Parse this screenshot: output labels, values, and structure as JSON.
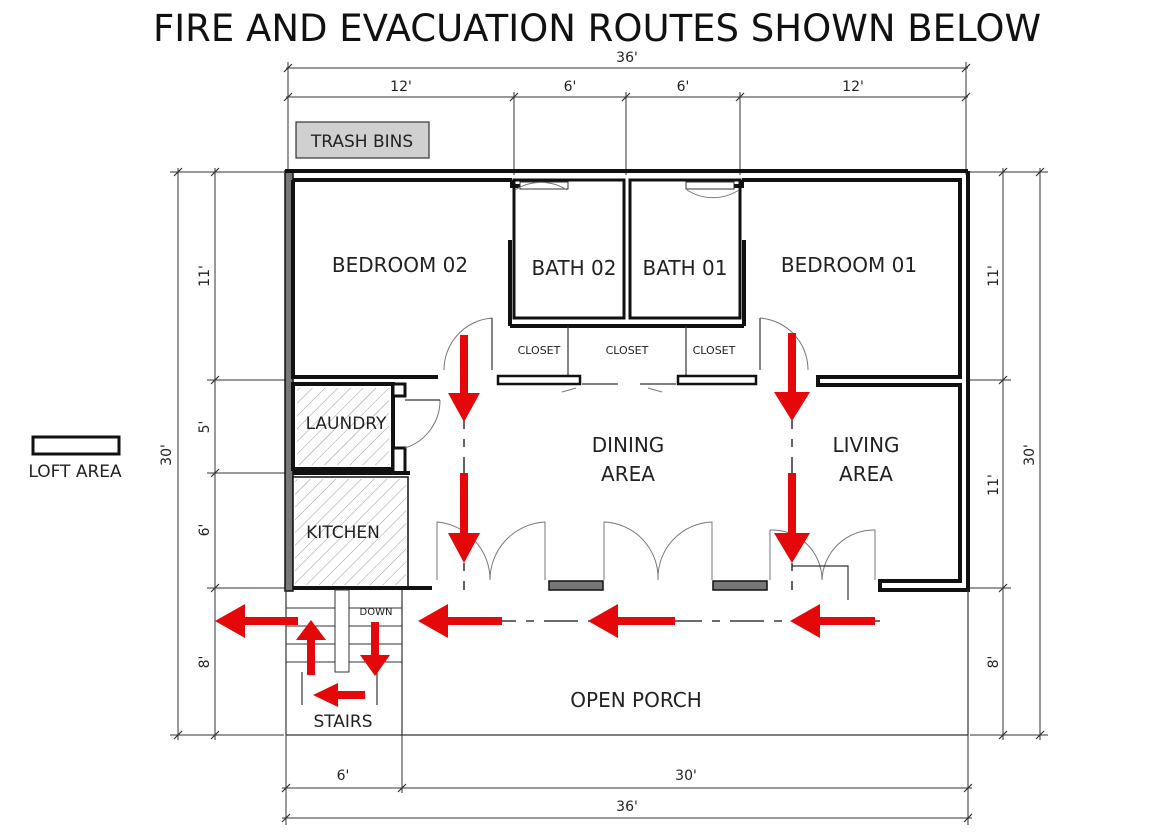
{
  "title": "FIRE AND EVACUATION ROUTES SHOWN BELOW",
  "rooms": {
    "bedroom_02": "BEDROOM 02",
    "bath_02": "BATH 02",
    "bath_01": "BATH 01",
    "bedroom_01": "BEDROOM 01",
    "closet_left": "CLOSET",
    "closet_middle": "CLOSET",
    "closet_right": "CLOSET",
    "laundry": "LAUNDRY",
    "kitchen": "KITCHEN",
    "dining_line1": "DINING",
    "dining_line2": "AREA",
    "living_line1": "LIVING",
    "living_line2": "AREA",
    "open_porch": "OPEN PORCH",
    "stairs": "STAIRS",
    "stairs_down": "DOWN"
  },
  "labels": {
    "trash_bins": "TRASH BINS",
    "loft_area": "LOFT AREA"
  },
  "dimensions": {
    "top_total": "36'",
    "top_segments": [
      "12'",
      "6'",
      "6'",
      "12'"
    ],
    "bottom_segments": [
      "6'",
      "30'"
    ],
    "bottom_total": "36'",
    "left_total": "30'",
    "left_segments": [
      "11'",
      "5'",
      "6'",
      "8'"
    ],
    "right_segments": [
      "11'",
      "11'",
      "8'"
    ],
    "right_total": "30'"
  },
  "colors": {
    "arrow": "#e4080a",
    "wall": "#111111",
    "wall_fill": "#777777",
    "trash_bin_fill": "#d0d0d0"
  },
  "icons": {
    "evacuation_arrow": "red-arrow-icon",
    "loft_legend": "hatched-rectangle-swatch"
  }
}
